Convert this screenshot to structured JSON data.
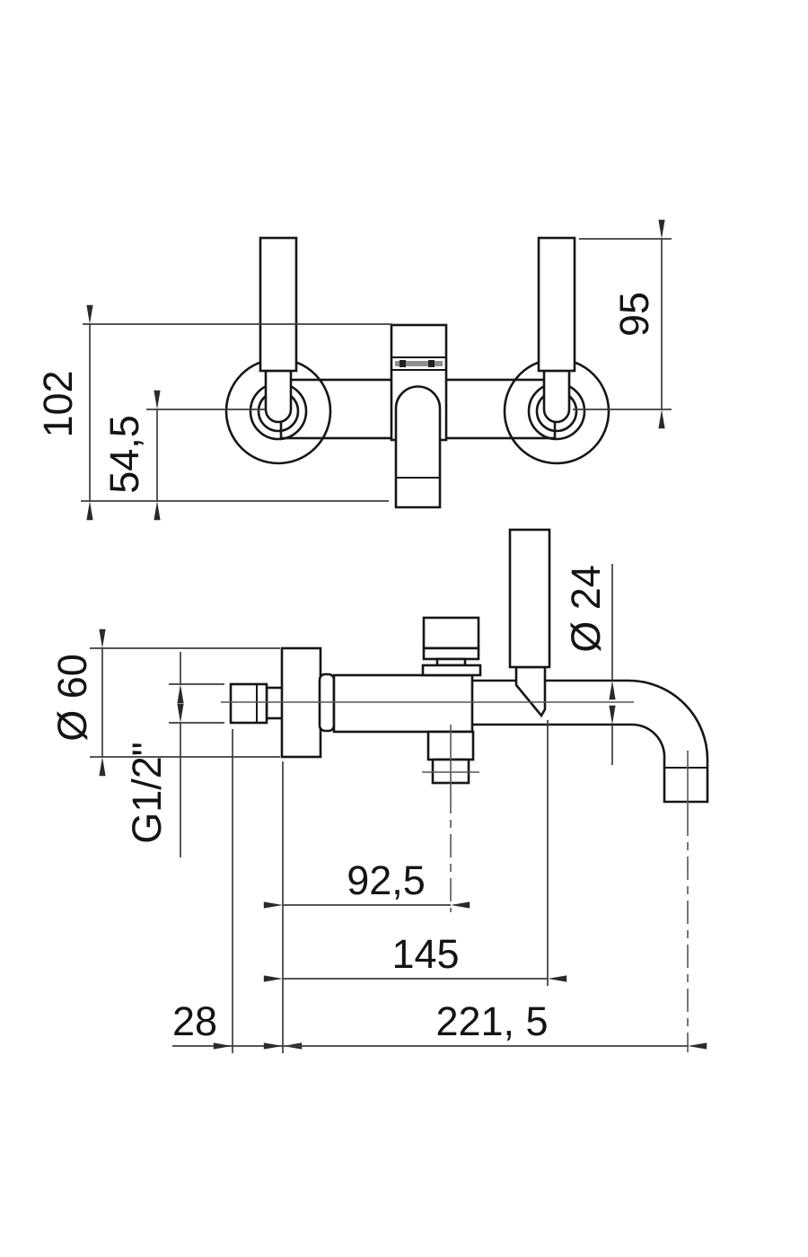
{
  "drawing": {
    "title": "wall-mounted bath-shower mixer dimensional drawing",
    "accent_color": "#161616",
    "line_color": "#3d3d3d",
    "background_color": "#ffffff",
    "dims": {
      "total_height": "102",
      "lower_height": "54,5",
      "handle_height": "95",
      "spout_diameter": "Ø 24",
      "rosette_diameter": "Ø 60",
      "thread": "G1/2\"",
      "wall_to_hose_outlet": "92,5",
      "wall_to_handle": "145",
      "union_projection": "28",
      "wall_to_spout_outlet": "221, 5"
    }
  }
}
